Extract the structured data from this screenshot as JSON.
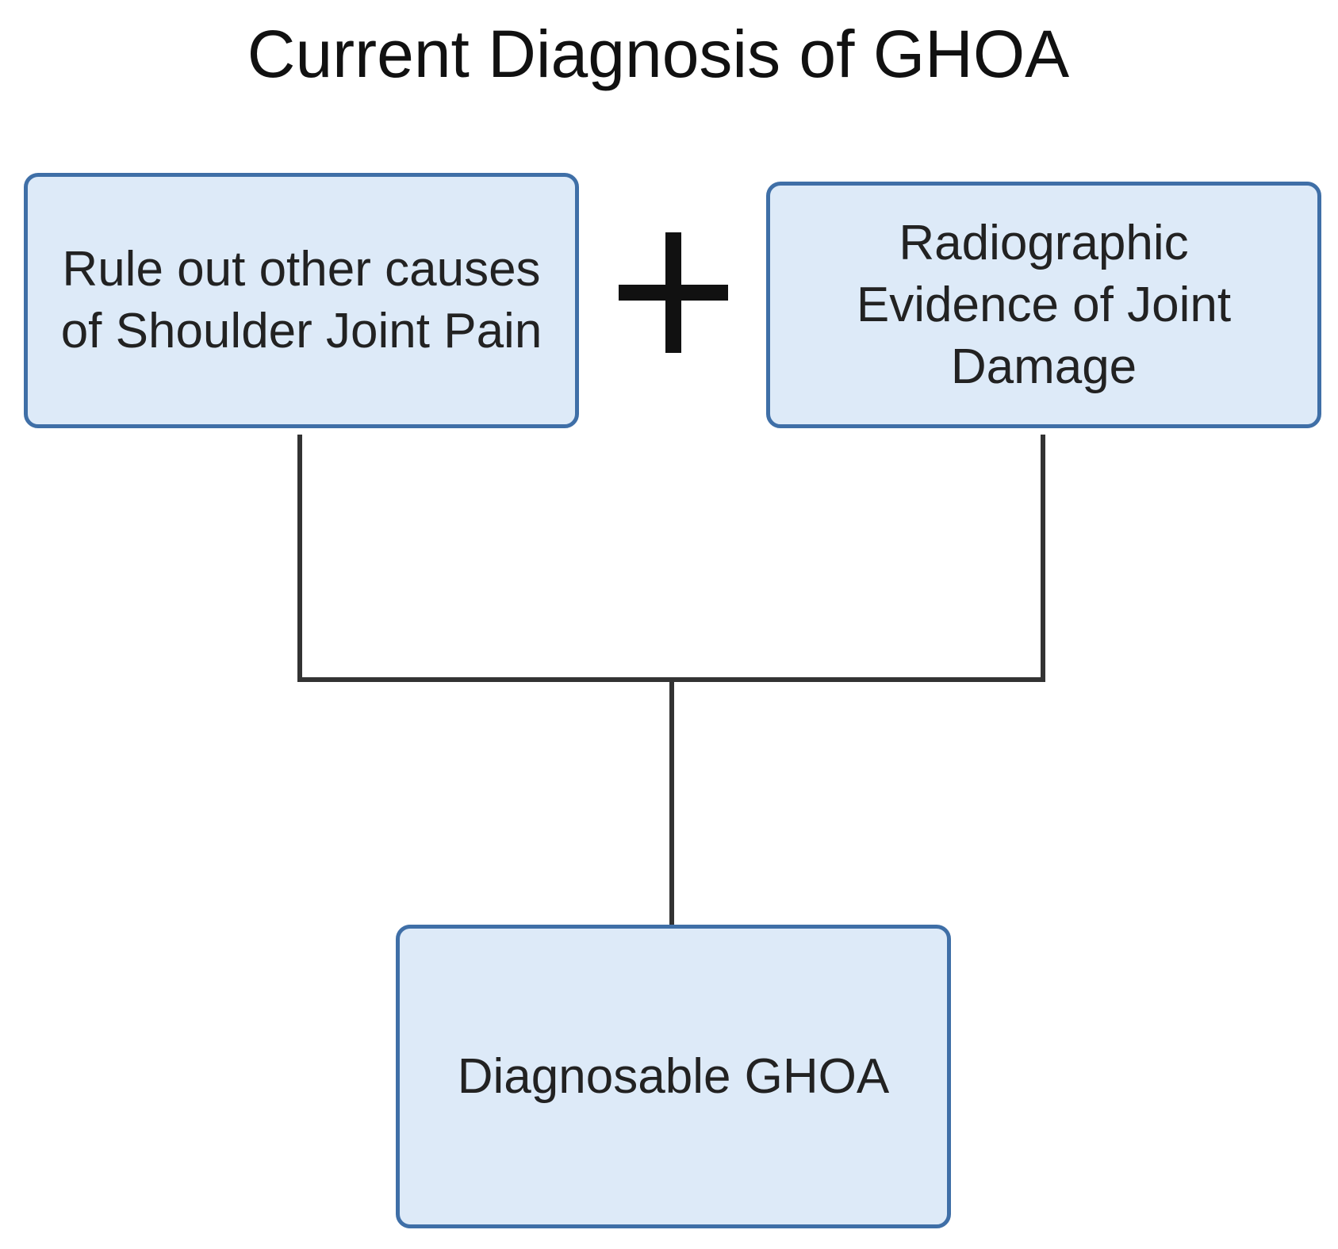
{
  "title": "Current Diagnosis of GHOA",
  "boxes": {
    "left": "Rule out other causes of Shoulder Joint Pain",
    "right": "Radiographic Evidence of Joint Damage",
    "bottom": "Diagnosable GHOA"
  },
  "operator": "+",
  "colors": {
    "box_fill": "#ddeaf8",
    "box_border": "#3f6fa7",
    "connector": "#333333",
    "operator": "#111111"
  }
}
